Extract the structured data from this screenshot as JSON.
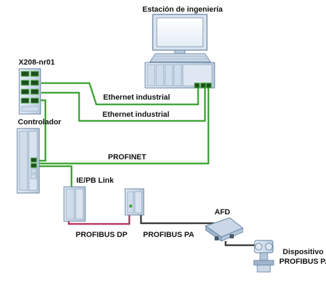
{
  "labels": {
    "engineering_station": "Estación de ingeniería",
    "switch": "X208-nr01",
    "controller": "Controlador",
    "link": "IE/PB Link",
    "afd": "AFD",
    "device_line1": "Dispositivo",
    "device_line2": "PROFIBUS PA"
  },
  "networks": {
    "ethernet_1": "Ethernet industrial",
    "ethernet_2": "Ethernet industrial",
    "profinet": "PROFINET",
    "profibus_dp": "PROFIBUS DP",
    "profibus_pa": "PROFIBUS PA"
  },
  "colors": {
    "ethernet": "#3fa535",
    "profibus_dp": "#b5325c",
    "profibus_pa": "#3a3a3a",
    "device_body": "#d7e3f1",
    "device_edge": "#5f7d9c"
  },
  "icons": [
    "monitor-icon",
    "keyboard-icon",
    "pc-rack-icon",
    "ethernet-switch-icon",
    "plc-controller-icon",
    "ie-pb-link-icon",
    "dp-pa-coupler-icon",
    "afd-distributor-icon",
    "pa-transmitter-icon"
  ]
}
